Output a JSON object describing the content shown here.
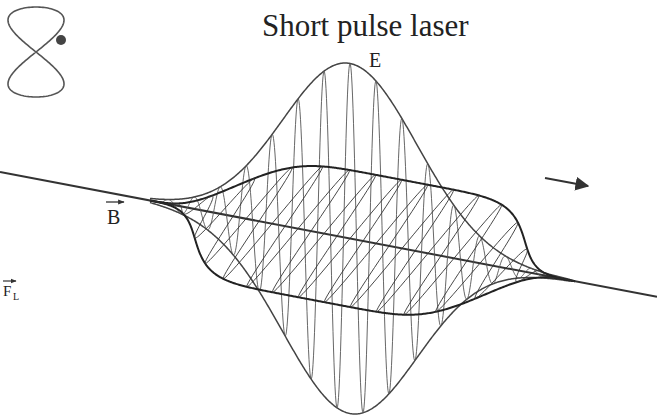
{
  "diagram": {
    "title": "Short pulse laser",
    "labels": [
      "E",
      "B",
      "F",
      "L"
    ]
  }
}
